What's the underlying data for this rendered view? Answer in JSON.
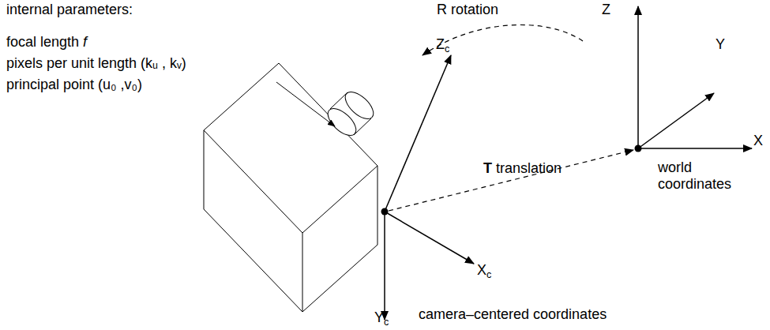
{
  "diagram": {
    "labels": [
      "internal parameters:",
      "focal length f",
      "pixels per unit length (kᵤ , kᵥ)",
      "principal point (u₀ ,v₀)",
      "R rotation",
      "Z",
      "Y",
      "X",
      "world coordinates",
      "T translation",
      "Zc",
      "Xc",
      "Yc",
      "camera–centered coordinates"
    ]
  }
}
